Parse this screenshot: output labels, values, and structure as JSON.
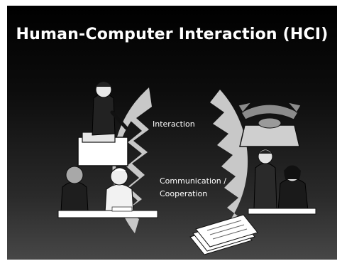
{
  "slide": {
    "title": "Human-Computer Interaction (HCI)",
    "labels": {
      "interaction": "Interaction",
      "communication_line1": "Communication /",
      "communication_line2": "Cooperation"
    }
  },
  "icons": [
    "man-at-computer-icon",
    "telephone-icon",
    "two-men-meeting-icon",
    "office-workers-icon",
    "paper-stack-icon"
  ],
  "colors": {
    "background_top": "#000000",
    "background_bottom": "#474747",
    "ring": "#c8c8c8",
    "text": "#ffffff"
  }
}
